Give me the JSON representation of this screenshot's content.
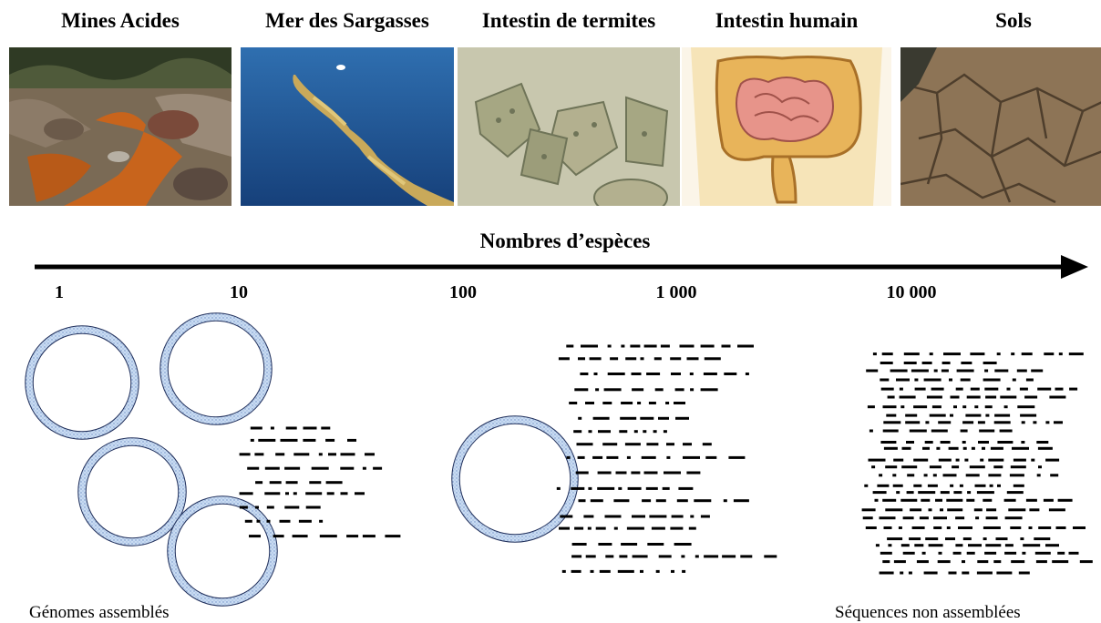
{
  "environments": [
    {
      "name": "Mines Acides",
      "icon": "acid-mine-photo"
    },
    {
      "name": "Mer des Sargasses",
      "icon": "sargasso-sea-photo"
    },
    {
      "name": "Intestin de termites",
      "icon": "termite-gut-photo"
    },
    {
      "name": "Intestin humain",
      "icon": "human-gut-illustration"
    },
    {
      "name": "Sols",
      "icon": "soil-photo"
    }
  ],
  "axis": {
    "title": "Nombres d’espèces",
    "ticks": [
      "1",
      "10",
      "100",
      "1 000",
      "10 000"
    ]
  },
  "labels": {
    "assembled": "Génomes assemblés",
    "unassembled": "Séquences non assemblées"
  },
  "colors": {
    "ring_fill": "#bcd3ee",
    "ring_outline": "#1f2e5a",
    "dash": "#000000"
  }
}
